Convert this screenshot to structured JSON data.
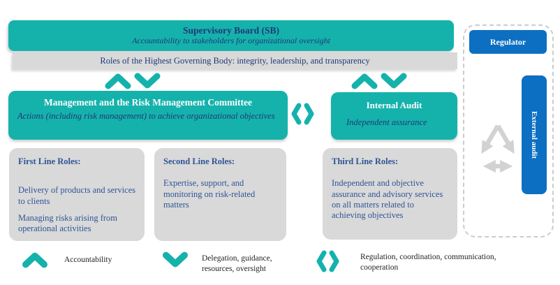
{
  "colors": {
    "teal": "#15b2ac",
    "navy_text": "#1e3a78",
    "blue_box": "#0d6fc2",
    "gray_box": "#d9d9d9",
    "role_text_blue": "#2f5496",
    "legend_text": "#1f1f1f",
    "arrow_gray": "#d2d2d2"
  },
  "supervisory_banner": {
    "title": "Supervisory Board (SB)",
    "subtitle": "Accountability to stakeholders for organizational oversight"
  },
  "governing_bar": {
    "text": "Roles of the Highest Governing Body: integrity, leadership, and transparency"
  },
  "management_box": {
    "title": "Management and the Risk Management Committee",
    "subtitle": "Actions (including risk management) to achieve organizational objectives"
  },
  "internal_audit_box": {
    "title": "Internal Audit",
    "subtitle": "Independent assurance"
  },
  "line_roles": [
    {
      "heading": "First Line Roles:",
      "paragraphs": [
        "Delivery of products and services to clients",
        "Managing risks arising from operational activities"
      ]
    },
    {
      "heading": "Second Line Roles:",
      "paragraphs": [
        "Expertise, support, and monitoring on risk-related matters"
      ]
    },
    {
      "heading": "Third Line Roles:",
      "paragraphs": [
        "Independent and objective assurance and advisory services on all matters related to achieving objectives"
      ]
    }
  ],
  "external_parties": {
    "regulator_label": "Regulator",
    "external_audit_label": "External audit"
  },
  "legend": {
    "items": [
      {
        "icon": "chevron-up-icon",
        "label": "Accountability"
      },
      {
        "icon": "chevron-down-icon",
        "label": "Delegation, guidance, resources, oversight"
      },
      {
        "icon": "chevron-pair-icon",
        "label": "Regulation, coordination, communication, cooperation"
      }
    ]
  }
}
